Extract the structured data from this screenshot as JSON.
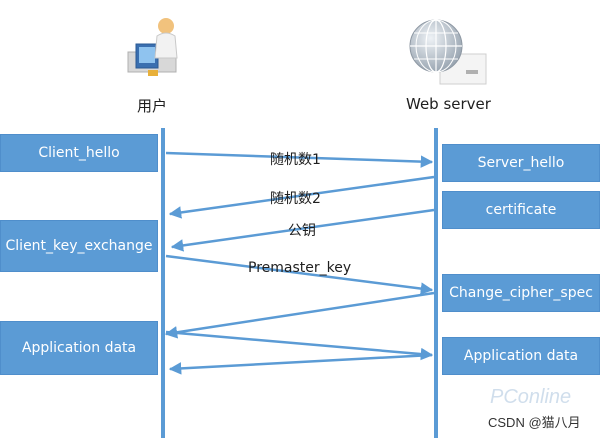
{
  "actors": {
    "user_label": "用户",
    "server_label": "Web server",
    "user_icon": "computer-user-icon",
    "server_icon": "web-server-globe-icon"
  },
  "client_steps": [
    "Client_hello",
    "Client_key_exchange",
    "Application data"
  ],
  "server_steps": [
    "Server_hello",
    "certificate",
    "Change_cipher_spec",
    "Application data"
  ],
  "messages": {
    "random1": "随机数1",
    "random2": "随机数2",
    "public_key": "公钥",
    "premaster": "Premaster_key"
  },
  "watermark": {
    "site": "PConline",
    "credit": "CSDN @猫八月"
  },
  "colors": {
    "box": "#5b9bd5",
    "lifeline": "#5b9bd5",
    "arrow": "#5b9bd5",
    "text": "#1f1f1f"
  }
}
